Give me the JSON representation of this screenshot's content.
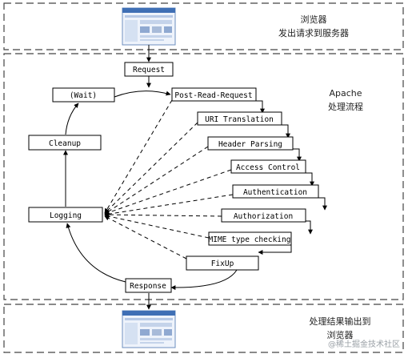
{
  "top": {
    "line1": "浏览器",
    "line2": "发出请求到服务器"
  },
  "middle": {
    "line1": "Apache",
    "line2": "处理流程"
  },
  "bottom": {
    "line1": "处理结果输出到",
    "line2": "浏览器"
  },
  "nodes": {
    "request": "Request",
    "wait": "(Wait)",
    "post_read_request": "Post-Read-Request",
    "uri_translation": "URI Translation",
    "header_parsing": "Header Parsing",
    "access_control": "Access Control",
    "authentication": "Authentication",
    "authorization": "Authorization",
    "mime_type_checking": "MIME type checking",
    "fixup": "FixUp",
    "response": "Response",
    "logging": "Logging",
    "cleanup": "Cleanup"
  },
  "watermark": "@稀土掘金技术社区"
}
